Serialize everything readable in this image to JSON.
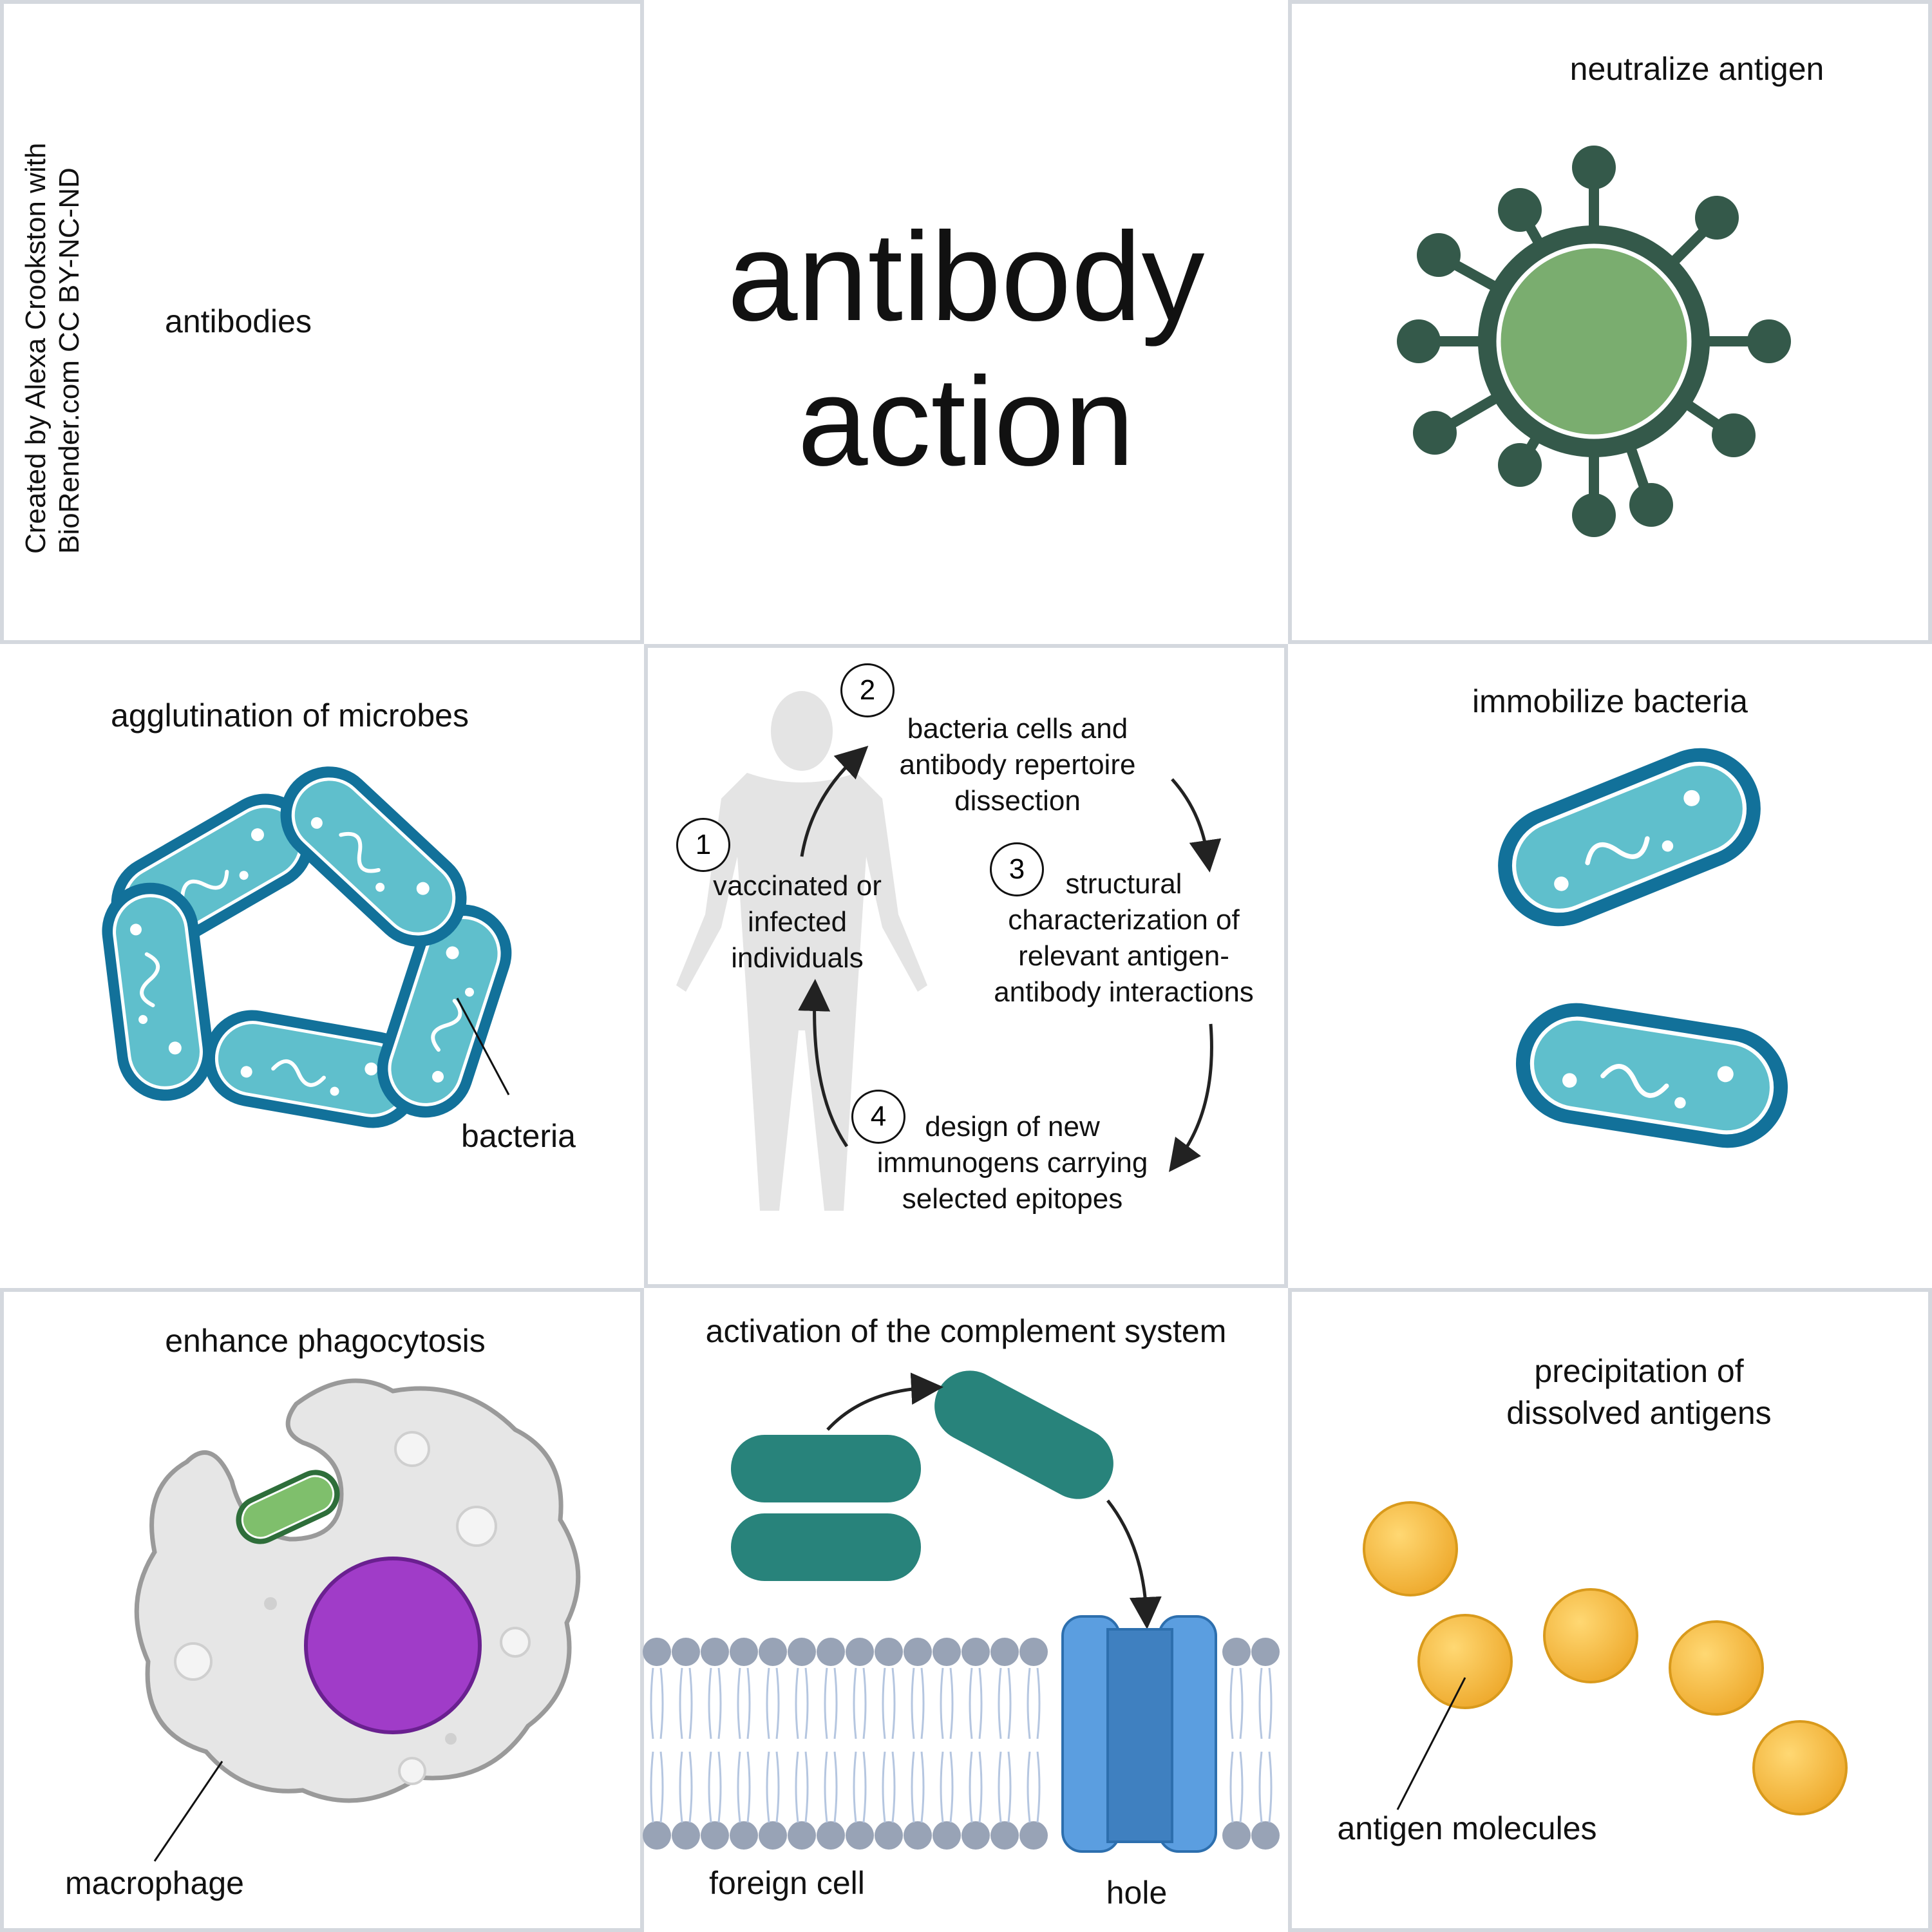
{
  "credit": {
    "line1": "Created by Alexa Crookston with",
    "line2": "BioRender.com CC BY-NC-ND"
  },
  "title": {
    "line1": "antibody",
    "line2": "action"
  },
  "panels": {
    "antibodies": {
      "label": "antibodies"
    },
    "neutralize": {
      "title": "neutralize antigen"
    },
    "agglutination": {
      "title": "agglutination of microbes",
      "label": "bacteria"
    },
    "immobilize": {
      "title": "immobilize bacteria"
    },
    "phagocytosis": {
      "title": "enhance phagocytosis",
      "label": "macrophage"
    },
    "complement": {
      "title": "activation of the complement system",
      "label_cell": "foreign cell",
      "label_hole": "hole"
    },
    "precipitation": {
      "title_line1": "precipitation of",
      "title_line2": "dissolved antigens",
      "label": "antigen molecules"
    }
  },
  "cycle": {
    "step1": {
      "num": "1",
      "lines": [
        "vaccinated or",
        "infected",
        "individuals"
      ]
    },
    "step2": {
      "num": "2",
      "lines": [
        "bacteria cells and",
        "antibody repertoire",
        "dissection"
      ]
    },
    "step3": {
      "num": "3",
      "lines": [
        "structural",
        "characterization of",
        "relevant antigen-",
        "antibody interactions"
      ]
    },
    "step4": {
      "num": "4",
      "lines": [
        "design of new",
        "immunogens carrying",
        "selected epitopes"
      ]
    }
  },
  "colors": {
    "antibody": "#cc6f30",
    "antibody_outline": "#8a4518",
    "virus_body": "#7aad6f",
    "virus_ring": "#34594a",
    "bacteria_fill": "#5fbfcc",
    "bacteria_outline": "#12719a",
    "macrophage": "#e6e6e6",
    "nucleus": "#a03cc8",
    "complement": "#28837b",
    "membrane_head": "#98a3b6",
    "channel": "#5b9ee0",
    "antigen": "#f5bb3d",
    "human": "#e4e4e4",
    "border": "#d4d8de"
  }
}
